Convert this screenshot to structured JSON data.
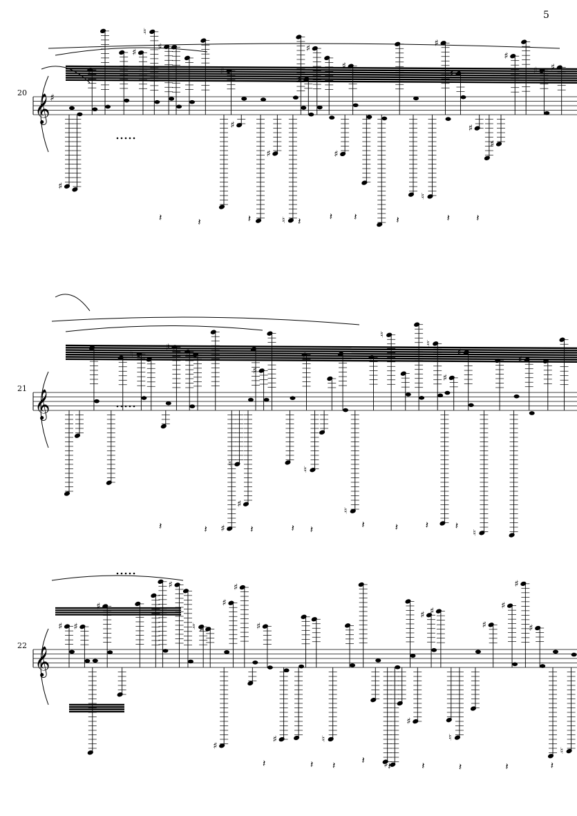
{
  "page": {
    "number": "5"
  },
  "systems": [
    {
      "measure": "20",
      "key_accidental": "#"
    },
    {
      "measure": "21",
      "key_accidental": ""
    },
    {
      "measure": "22",
      "key_accidental": ""
    }
  ],
  "glyphs": {
    "treble_clef": "𝄞",
    "sharp": "♯",
    "natural": "♮",
    "rest": "𝄽"
  }
}
